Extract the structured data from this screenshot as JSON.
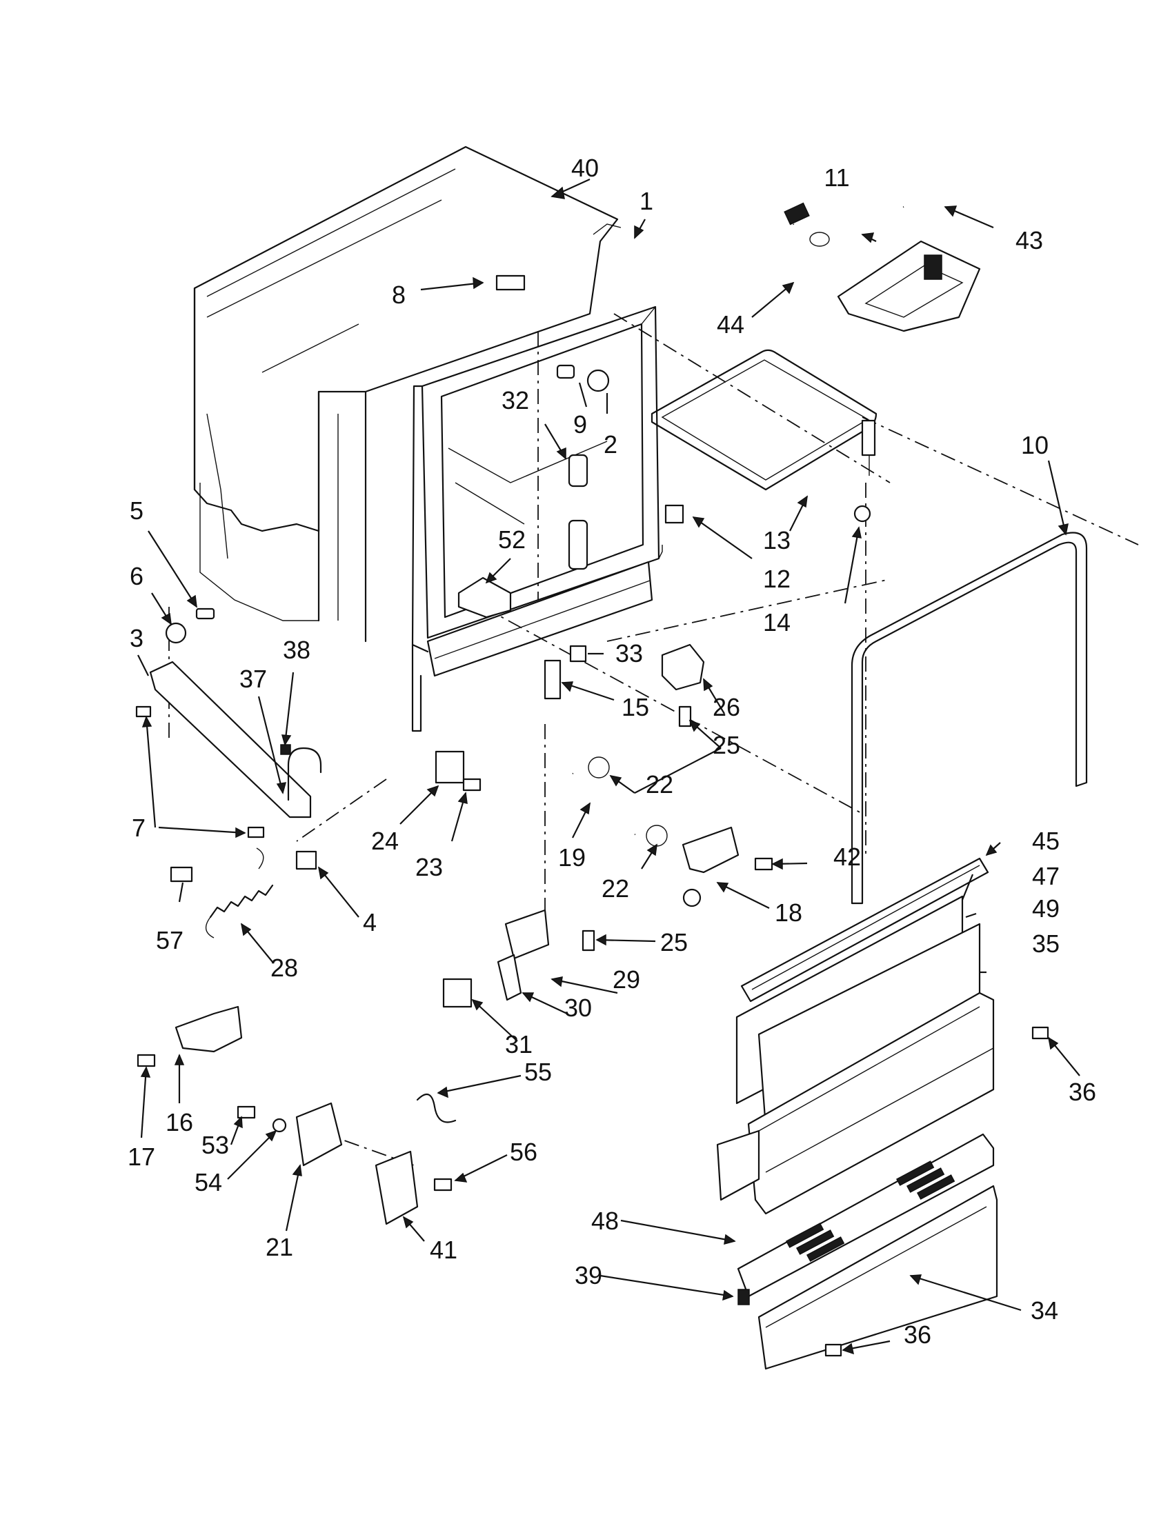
{
  "diagram": {
    "title": "",
    "labels": [
      {
        "text": "40"
      },
      {
        "text": "1"
      },
      {
        "text": "11"
      },
      {
        "text": "43"
      },
      {
        "text": "44"
      },
      {
        "text": "8"
      },
      {
        "text": "9"
      },
      {
        "text": "2"
      },
      {
        "text": "32"
      },
      {
        "text": "13"
      },
      {
        "text": "12"
      },
      {
        "text": "14"
      },
      {
        "text": "10"
      },
      {
        "text": "5"
      },
      {
        "text": "6"
      },
      {
        "text": "52"
      },
      {
        "text": "3"
      },
      {
        "text": "38"
      },
      {
        "text": "37"
      },
      {
        "text": "33"
      },
      {
        "text": "15"
      },
      {
        "text": "26"
      },
      {
        "text": "25"
      },
      {
        "text": "22"
      },
      {
        "text": "25"
      },
      {
        "text": "7"
      },
      {
        "text": "24"
      },
      {
        "text": "23"
      },
      {
        "text": "19"
      },
      {
        "text": "42"
      },
      {
        "text": "45"
      },
      {
        "text": "47"
      },
      {
        "text": "4"
      },
      {
        "text": "22"
      },
      {
        "text": "18"
      },
      {
        "text": "49"
      },
      {
        "text": "35"
      },
      {
        "text": "57"
      },
      {
        "text": "28"
      },
      {
        "text": "25"
      },
      {
        "text": "29"
      },
      {
        "text": "30"
      },
      {
        "text": "31"
      },
      {
        "text": "36"
      },
      {
        "text": "55"
      },
      {
        "text": "17"
      },
      {
        "text": "16"
      },
      {
        "text": "53"
      },
      {
        "text": "54"
      },
      {
        "text": "56"
      },
      {
        "text": "21"
      },
      {
        "text": "41"
      },
      {
        "text": "48"
      },
      {
        "text": "39"
      },
      {
        "text": "34"
      },
      {
        "text": "36"
      }
    ]
  }
}
